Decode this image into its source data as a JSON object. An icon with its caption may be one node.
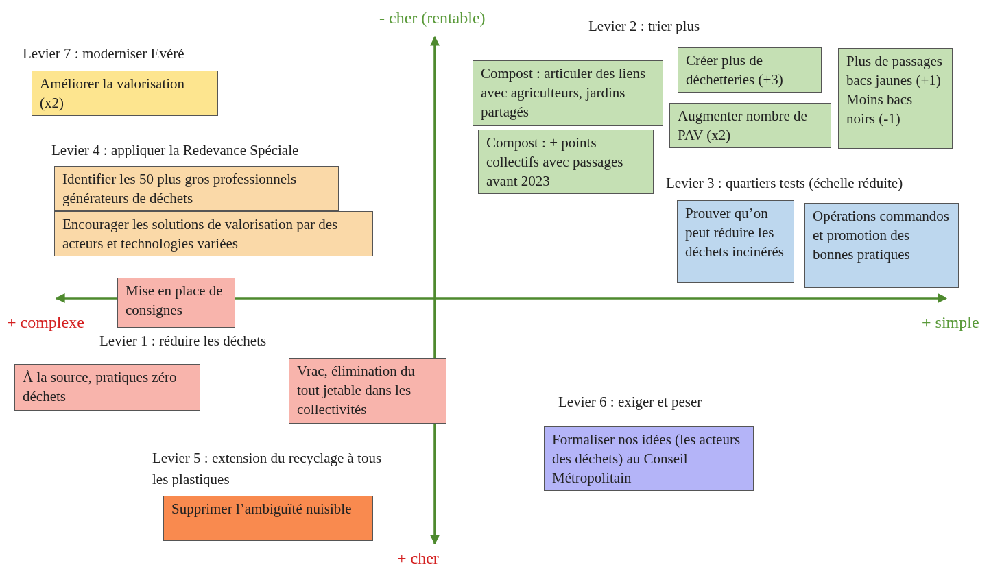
{
  "diagram": {
    "nodes": [
      {
        "text": [
          "Améliorer la valorisation (x2)"
        ]
      },
      {
        "text": [
          "Identifier les 50 plus gros professionnels générateurs de déchets"
        ]
      },
      {
        "text": [
          "Encourager les solutions de valorisation par des acteurs et technologies variées"
        ]
      },
      {
        "text": [
          "Mise en place de consignes"
        ]
      },
      {
        "text": [
          "À la source, pratiques zéro déchets"
        ]
      },
      {
        "text": [
          "Vrac, élimination du tout jetable dans les collectivités"
        ]
      },
      {
        "text": [
          "Supprimer l’ambiguïté nuisible"
        ]
      },
      {
        "text": [
          "Compost : articuler des liens avec agriculteurs, jardins partagés"
        ]
      },
      {
        "text": [
          "Compost : + points collectifs avec passages avant 2023"
        ]
      },
      {
        "text": [
          "Créer plus de déchetteries (+3)"
        ]
      },
      {
        "text": [
          "Augmenter nombre de PAV (x2)"
        ]
      },
      {
        "text": [
          "Plus de passages bacs jaunes (+1)",
          "Moins bacs noirs (-1)"
        ]
      },
      {
        "text": [
          "Prouver qu’on peut réduire les déchets incinérés"
        ]
      },
      {
        "text": [
          "Opérations commandos et promotion des bonnes pratiques"
        ]
      },
      {
        "text": [
          "Formaliser nos idées (les acteurs des déchets) au Conseil Métropolitain"
        ]
      }
    ],
    "labels": [
      "- cher (rentable)",
      "Levier 2 : trier plus",
      "Levier 7 : moderniser Evéré",
      "Levier 4 : appliquer la Redevance Spéciale",
      "Levier 3 : quartiers tests (échelle réduite)",
      "+ complexe",
      "+ simple",
      "Levier 1 : réduire les déchets",
      "Levier 6 : exiger et peser",
      "Levier 5 : extension du recyclage à tous les plastiques",
      "+ cher"
    ]
  }
}
